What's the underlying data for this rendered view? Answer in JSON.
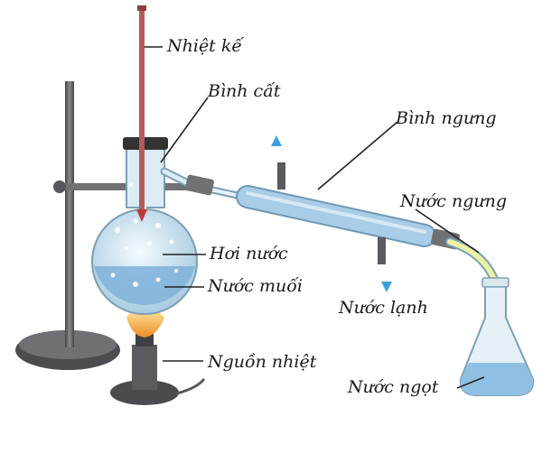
{
  "labels": {
    "thermometer": "Nhiệt kế",
    "flask": "Bình cất",
    "condenser": "Bình ngưng",
    "condensed_water": "Nước ngưng",
    "steam": "Hơi nước",
    "salt_water": "Nước muối",
    "cold_water": "Nước lạnh",
    "heat_source": "Nguồn nhiệt",
    "fresh_water": "Nước ngọt"
  },
  "colors": {
    "stand": "#5f6063",
    "glass": "#cfe3ee",
    "glass_edge": "#7c9fb4",
    "water": "#7fb2d9",
    "condenser_jacket": "#a9cde6",
    "thermometer": "#b55a5a",
    "flame": "#f3a23a",
    "condensate": "#eef2a6",
    "arrow": "#3aa0e0"
  }
}
